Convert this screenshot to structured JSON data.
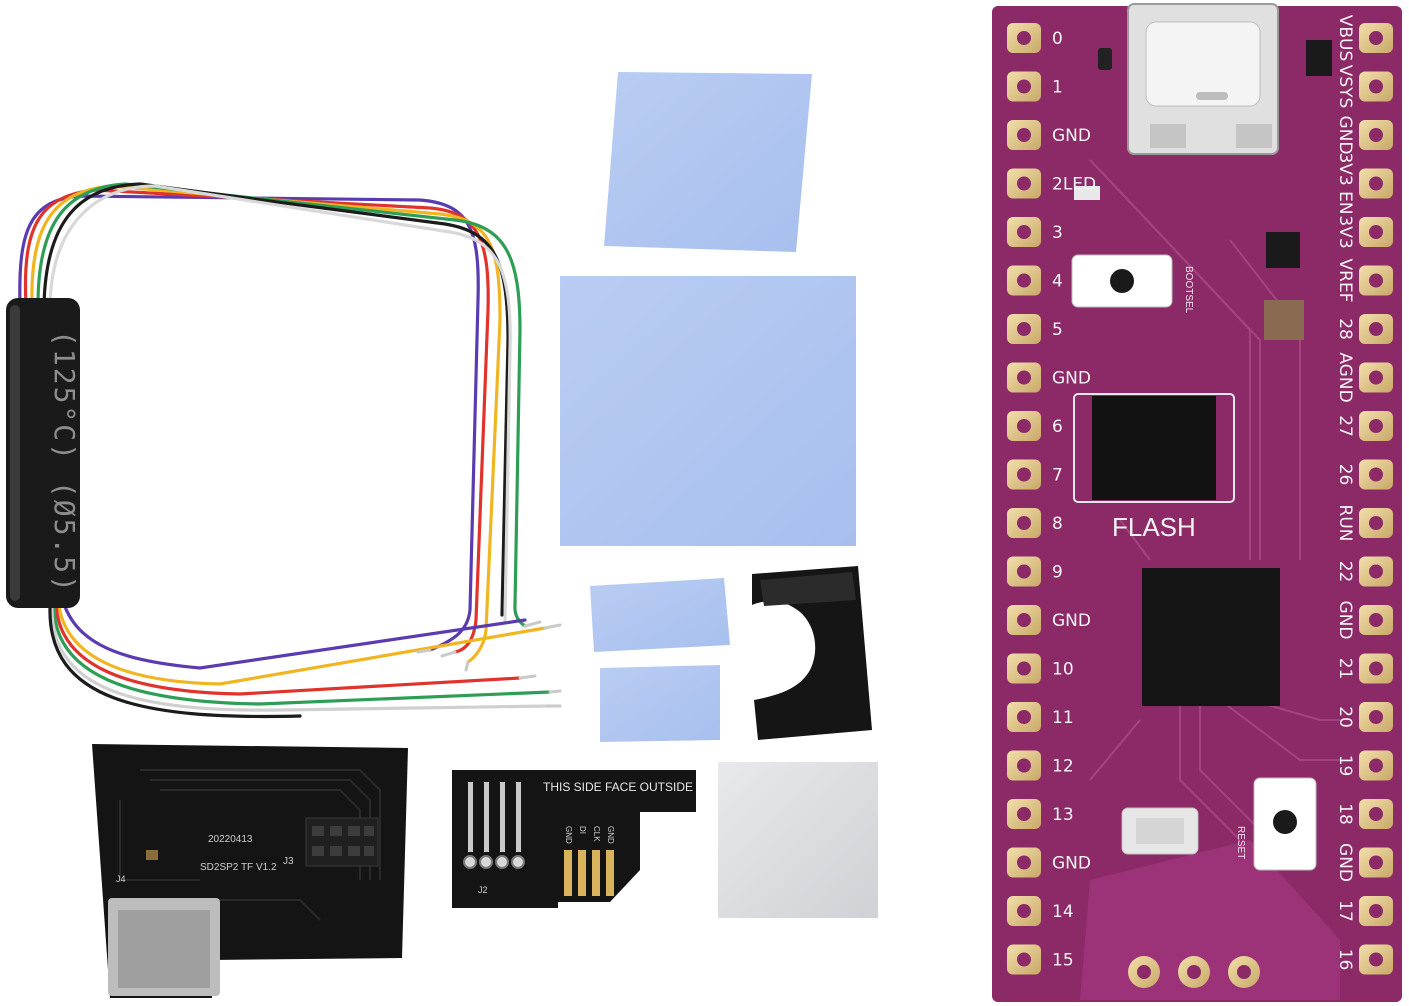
{
  "heat_shrink": {
    "text": "(125°C) (Ø5.5)"
  },
  "sd_adapter": {
    "date_code": "20220413",
    "board_name": "SD2SP2 TF V1.2",
    "j3": "J3",
    "j4": "J4"
  },
  "gc_connector": {
    "instruction": "THIS SIDE FACE OUTSIDE",
    "j2": "J2",
    "pin_labels": [
      "GND",
      "DI",
      "CLK",
      "GND"
    ]
  },
  "board": {
    "left_pins": [
      "0",
      "1",
      "GND",
      "2LED",
      "3",
      "4",
      "5",
      "GND",
      "6",
      "7",
      "8",
      "9",
      "GND",
      "10",
      "11",
      "12",
      "13",
      "GND",
      "14",
      "15"
    ],
    "right_pins": [
      "VBUS",
      "VSYS",
      "GND",
      "3V3 EN",
      "3V3",
      "VREF",
      "28",
      "AGND",
      "27",
      "26",
      "RUN",
      "22",
      "GND",
      "21",
      "20",
      "19",
      "18",
      "GND",
      "17",
      "16"
    ],
    "flash_label": "FLASH",
    "bootsel_label": "BOOTSEL",
    "reset_label": "RESET",
    "colors": {
      "pcb": "#8c2a68",
      "pad": "#e3c98c",
      "chip": "#151515"
    }
  }
}
